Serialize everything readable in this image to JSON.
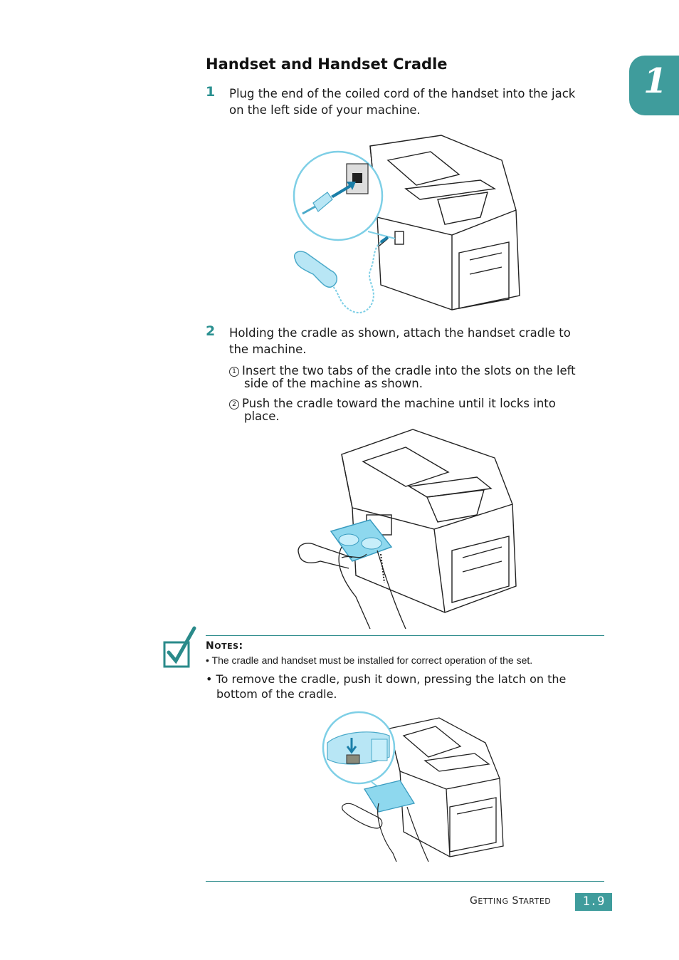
{
  "chapter": {
    "number": "1"
  },
  "section": {
    "title": "Handset and Handset Cradle"
  },
  "steps": [
    {
      "number": "1",
      "lines": [
        "Plug the end of the coiled cord of the handset into the jack",
        "on the left side of your machine."
      ]
    },
    {
      "number": "2",
      "lines": [
        "Holding the cradle as shown, attach the handset cradle to",
        "the machine."
      ],
      "substeps": [
        {
          "marker": "1",
          "lines": [
            "Insert the two tabs of the cradle into the slots on the left",
            "side of the machine as shown."
          ]
        },
        {
          "marker": "2",
          "lines": [
            "Push the cradle toward the machine until it locks into",
            "place."
          ]
        }
      ]
    }
  ],
  "notes": {
    "title_lead": "N",
    "title_rest": "OTES",
    "title_colon": ":",
    "items": [
      {
        "lines": [
          "The cradle and handset must be installed for correct operation of the set."
        ]
      },
      {
        "lines": [
          "To remove the cradle, push it down, pressing the latch on the",
          "bottom of the cradle."
        ]
      }
    ]
  },
  "footer": {
    "label_lead_1": "G",
    "label_rest_1": "ETTING",
    "label_lead_2": "S",
    "label_rest_2": "TARTED",
    "page": "1.9"
  },
  "colors": {
    "accent": "#3f9c9c",
    "illustration_blue": "#7ecfe6"
  }
}
